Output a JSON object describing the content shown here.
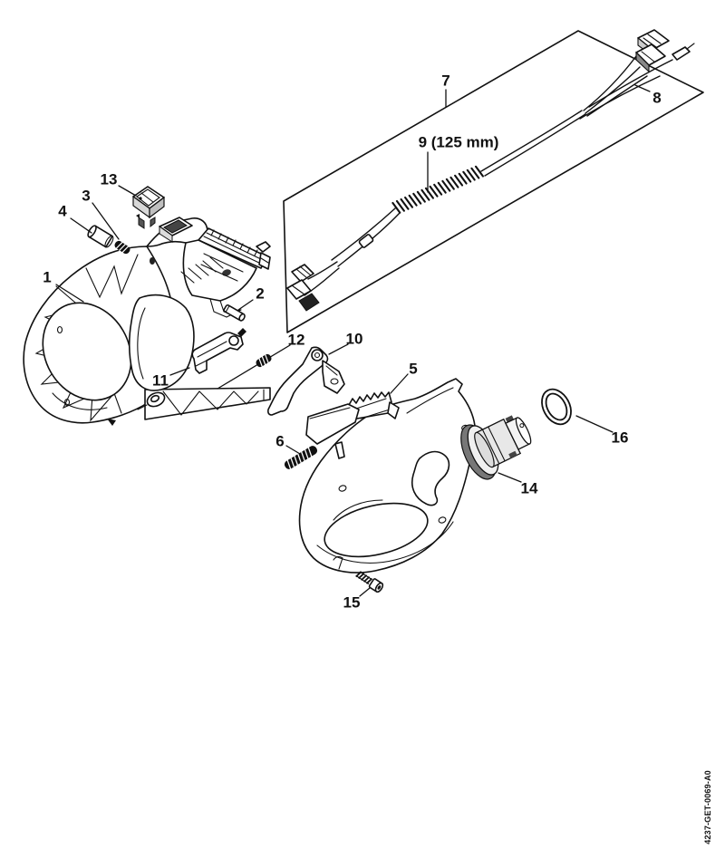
{
  "diagram": {
    "document_code": "4237-GET-0069-A0",
    "background_color": "#ffffff",
    "line_color": "#111111",
    "callouts": [
      "1",
      "2",
      "3",
      "4",
      "5",
      "6",
      "7",
      "8",
      "9 (125 mm)",
      "10",
      "11",
      "12",
      "13",
      "14",
      "15",
      "16"
    ]
  }
}
